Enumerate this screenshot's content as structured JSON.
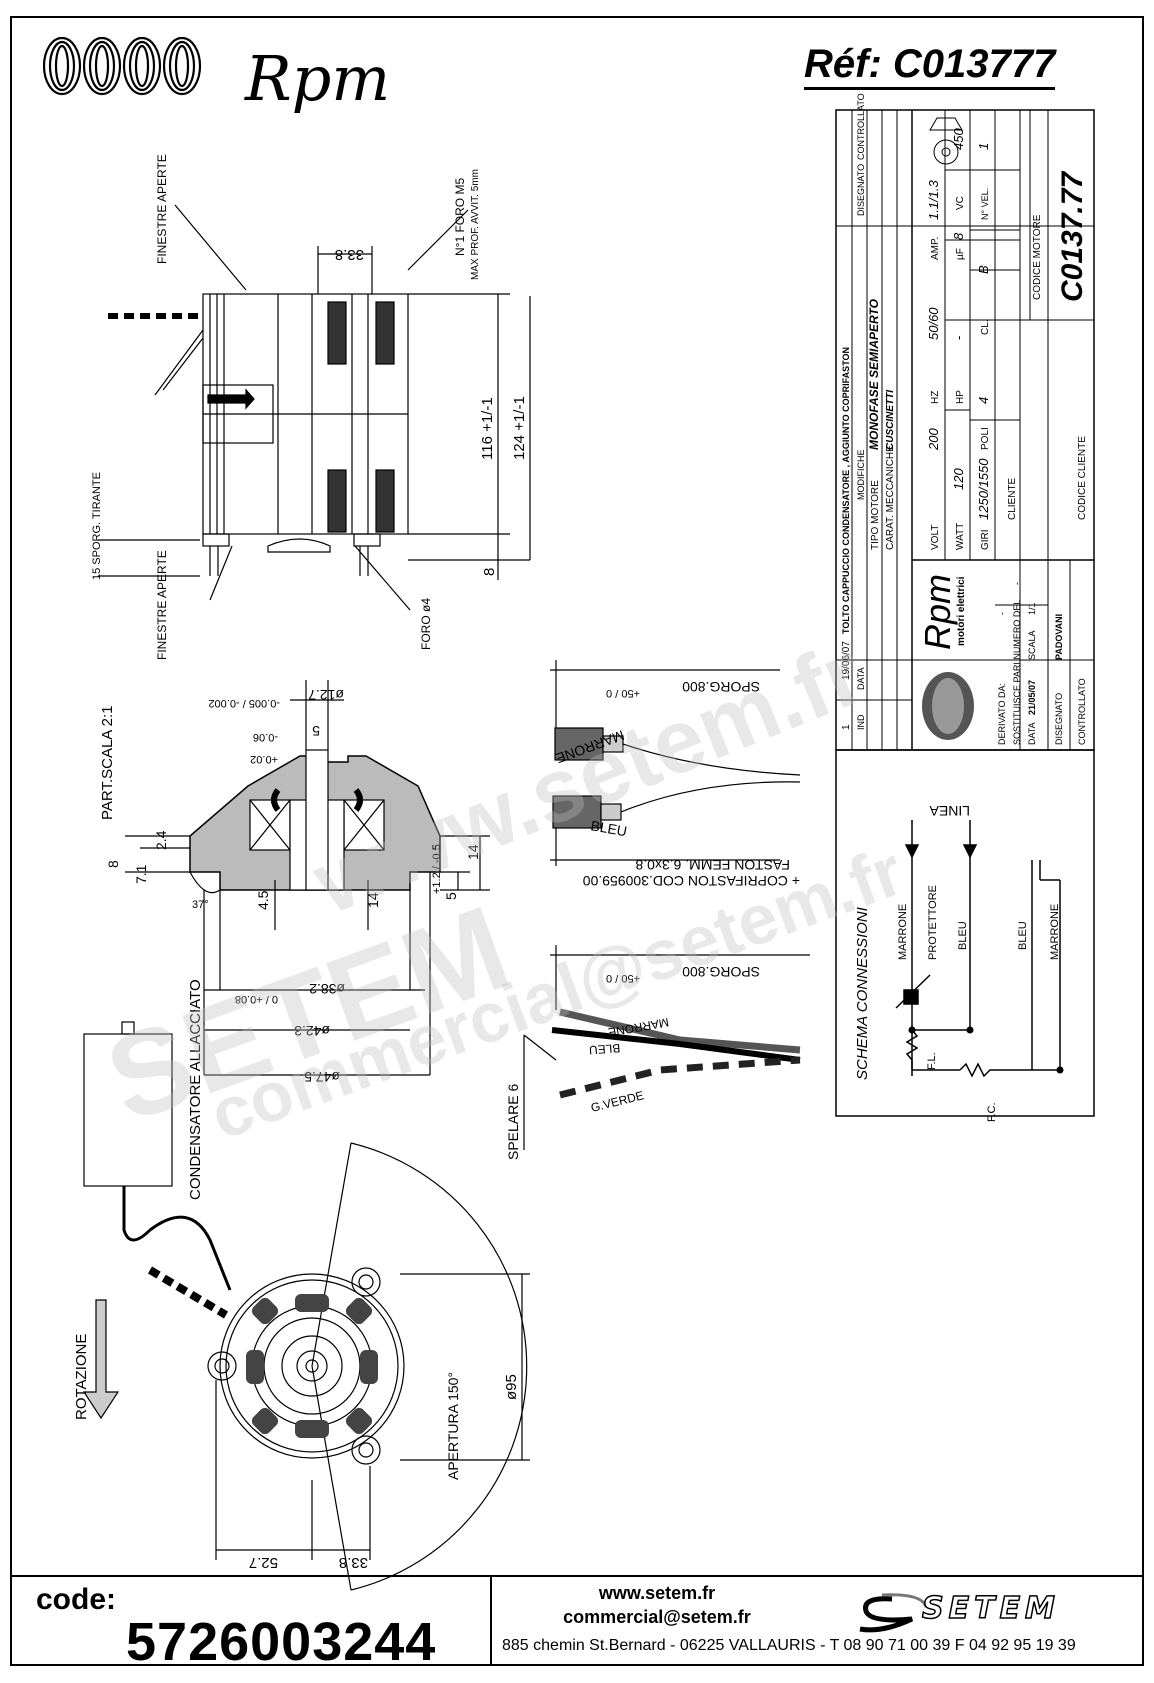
{
  "header": {
    "brand": "Rpm",
    "reference": "Réf:  C013777"
  },
  "title_block": {
    "revision_row": {
      "index": "1",
      "date": "19/06/07",
      "change": "TOLTO CAPPUCCIO CONDENSATORE , AGGIUNTO COPRIFASTON"
    },
    "col_headers": {
      "ind": "IND",
      "data": "DATA",
      "modifiche": "MODIFICHE",
      "disegnato": "DISEGNATO",
      "controllato": "CONTROLLATO"
    },
    "tipo_motore_label": "TIPO MOTORE",
    "tipo_motore": "MONOFASE  SEMIAPERTO",
    "carat_label": "CARAT. MECCANICHE",
    "carat": "CUSCINETTI",
    "volt_label": "VOLT",
    "volt": "200",
    "hz_label": "HZ",
    "hz": "50/60",
    "amp_label": "AMP.",
    "amp": "1.1/1.3",
    "watt_label": "WATT",
    "watt": "120",
    "hp_label": "HP",
    "hp": "-",
    "uf_label": "µF",
    "uf": "8",
    "vc_label": "VC",
    "vc": "450",
    "giri_label": "GIRI",
    "giri": "1250/1550",
    "poli_label": "POLI",
    "poli": "4",
    "cl_label": "CL.",
    "cl": "B",
    "vel_label": "N° VEL.",
    "vel": "1",
    "codice_motore_label": "CODICE MOTORE",
    "codice_motore": "C0137.77",
    "cliente_label": "CLIENTE",
    "codice_cliente_label": "CODICE CLIENTE",
    "brand_small": "Rpm",
    "brand_sub": "motori elettrici",
    "derivato_label": "DERIVATO DA:",
    "derivato": "-",
    "sostituisce_label": "SOSTITUISCE PARI NUMERO DEL",
    "sostituisce": "-",
    "data_label": "DATA",
    "data": "21/05/07",
    "scala_label": "SCALA",
    "scala": "1/1",
    "disegnato_label": "DISEGNATO",
    "disegnato": "PADOVANI",
    "controllato_label": "CONTROLLATO"
  },
  "schema": {
    "title": "SCHEMA CONNESSIONI",
    "linea": "LINEA",
    "marrone": "MARRONE",
    "protettore": "PROTETTORE",
    "bleu": "BLEU",
    "fl": "F.L.",
    "fc": "F.C."
  },
  "side_view": {
    "finestre_aperte": "FINESTRE APERTE",
    "foro_m5": "N°1 FORO M5",
    "max_prof": "MAX PROF. AVVIT. 5mm",
    "dim_33_8": "33.8",
    "dim_116": "116 +1/-1",
    "dim_124": "124 +1/-1",
    "dim_8": "8",
    "sporg_tirante": "15 SPORG. TIRANTE",
    "foro_4": "FORO ø4"
  },
  "detail_view": {
    "part_scala": "PART.SCALA 2:1",
    "d12_7": "ø12.7",
    "tol_12_7": "-0.005 / -0.002",
    "dim_5": "5",
    "tol_a": "-0.06",
    "tol_b": "+0.02",
    "dim_2_4": "2.4",
    "dim_7_1": "7.1",
    "dim_8": "8",
    "dim_14": "14",
    "tol_14": "+1.2 / -0.5",
    "dim_5b": "5",
    "dim_4_5": "4.5",
    "dim_14b": "14",
    "dim_37": "37°",
    "d38_2": "ø38.2",
    "tol_38_2": "0 / +0.08",
    "d42_3": "ø42.3",
    "d47_5": "ø47.5"
  },
  "wiring": {
    "sporg_top": "SPORG.800",
    "tol_top": "+50 / 0",
    "marrone": "MARRONE",
    "bleu": "BLEU",
    "faston": "FASTON FEMM. 6.3x0.8",
    "copri": "+ COPRIFASTON COD.300959.00",
    "sporg_mid": "SPORG.800",
    "tol_mid": "+50 / 0",
    "marrone2": "MARRONE",
    "bleu2": "BLEU",
    "gverde": "G.VERDE",
    "spelare": "SPELARE 6"
  },
  "front_view": {
    "condensatore": "CONDENSATORE ALLACCIATO",
    "rotazione": "ROTAZIONE",
    "apertura": "APERTURA 150°",
    "d95": "ø95",
    "dim_52_7": "52.7",
    "dim_33_8": "33.8"
  },
  "watermark": {
    "a": "SETEM",
    "b": "www.setem.fr",
    "c": "commercial@setem.fr"
  },
  "footer": {
    "code_label": "code:",
    "code": "5726003244",
    "web": "www.setem.fr",
    "email": "commercial@setem.fr",
    "brand": "SETEM",
    "address": "885 chemin St.Bernard  -  06225 VALLAURIS  -   T 08 90 71 00 39   F 04 92 95 19 39"
  }
}
